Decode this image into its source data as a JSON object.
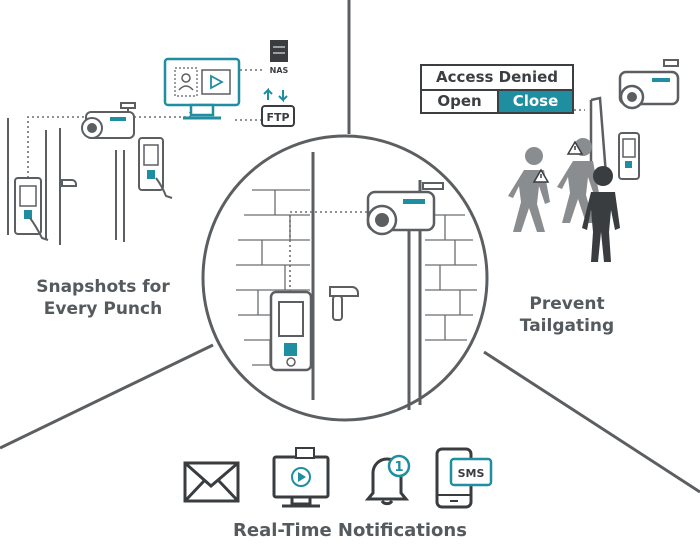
{
  "sections": {
    "snapshots": {
      "line1": "Snapshots for",
      "line2": "Every Punch"
    },
    "tailgating": {
      "line1": "Prevent",
      "line2": "Tailgating"
    },
    "notifications": {
      "label": "Real-Time Notifications"
    }
  },
  "network": {
    "nas_label": "NAS",
    "ftp_label": "FTP"
  },
  "access_panel": {
    "title": "Access Denied",
    "open_label": "Open",
    "close_label": "Close"
  },
  "notification_icons": {
    "bell_badge": "1",
    "sms_label": "SMS"
  },
  "colors": {
    "accent": "#1f8ea0",
    "line": "#5c5f62",
    "figure_gray": "#8a8d90",
    "figure_dark": "#3a3d40"
  },
  "icons": [
    "monitor-icon",
    "nas-server-icon",
    "ftp-upload-icon",
    "camera-icon",
    "access-terminal-icon",
    "envelope-icon",
    "video-monitor-icon",
    "bell-icon",
    "smartphone-sms-icon",
    "person-icon",
    "warning-icon"
  ]
}
